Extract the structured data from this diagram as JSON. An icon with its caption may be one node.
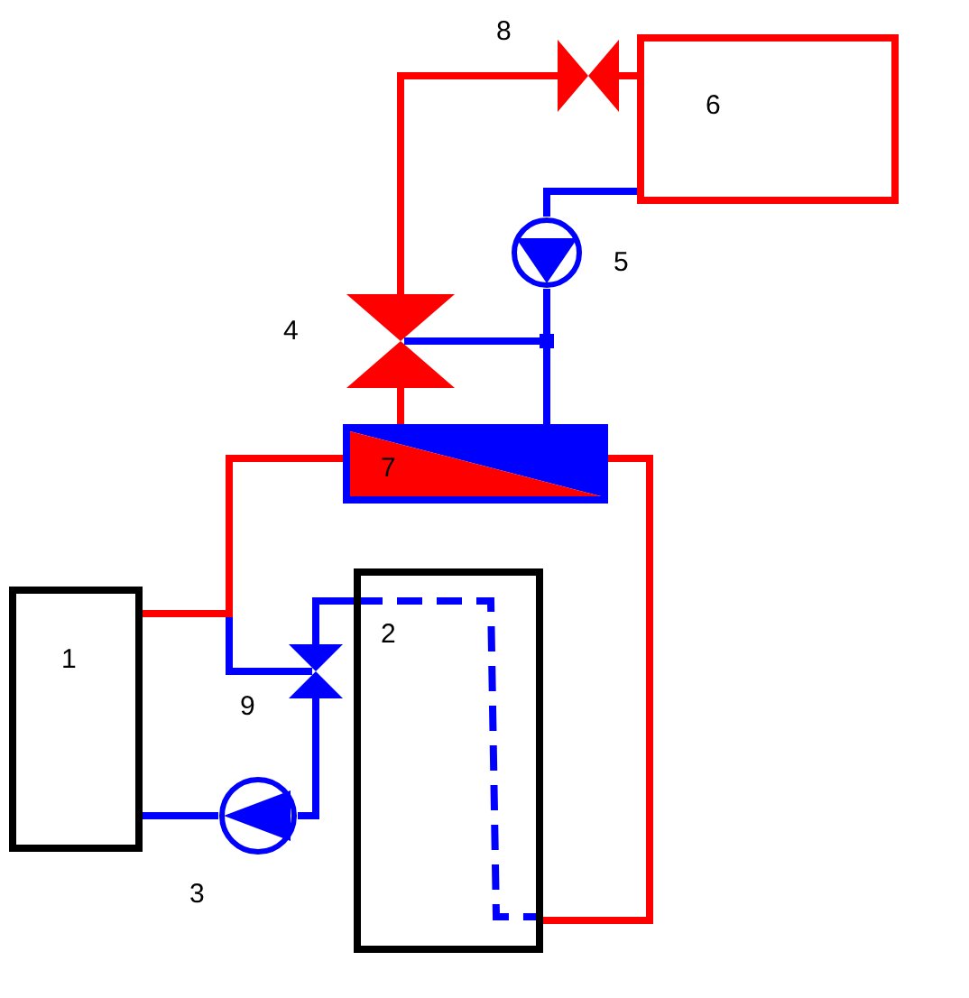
{
  "diagram": {
    "nodes": [
      {
        "text": [
          "1"
        ]
      },
      {
        "text": [
          "2"
        ]
      },
      {
        "text": [],
        "shape": "pump",
        "beside": [
          "3"
        ]
      },
      {
        "text": [],
        "shape": "valve",
        "beside": [
          "4"
        ]
      },
      {
        "text": [],
        "shape": "pump",
        "beside": [
          "5"
        ]
      },
      {
        "text": [
          "6"
        ]
      },
      {
        "text": [
          "7"
        ]
      },
      {
        "text": [],
        "shape": "valve",
        "beside": [
          "8"
        ]
      },
      {
        "text": [],
        "shape": "valve",
        "beside": [
          "9"
        ]
      }
    ],
    "edges": [
      {
        "from": 0,
        "to": 8,
        "arrow": "none"
      },
      {
        "from": 0,
        "to": 6,
        "arrow": "none",
        "color": "#ff0000"
      },
      {
        "from": 6,
        "to": 1,
        "arrow": "none",
        "color": "#ff0000"
      },
      {
        "from": 6,
        "to": 3,
        "arrow": "none",
        "color": "#ff0000"
      },
      {
        "from": 3,
        "to": 7,
        "arrow": "none",
        "color": "#ff0000"
      },
      {
        "from": 7,
        "to": 5,
        "arrow": "none",
        "color": "#ff0000"
      },
      {
        "from": 5,
        "to": 4,
        "arrow": "none"
      },
      {
        "from": 4,
        "to": 3,
        "arrow": "none"
      },
      {
        "from": 4,
        "to": 6,
        "arrow": "none"
      },
      {
        "from": 0,
        "to": 2,
        "arrow": "none"
      },
      {
        "from": 2,
        "to": 8,
        "arrow": "none"
      },
      {
        "from": 8,
        "to": 1,
        "arrow": "none"
      }
    ]
  }
}
